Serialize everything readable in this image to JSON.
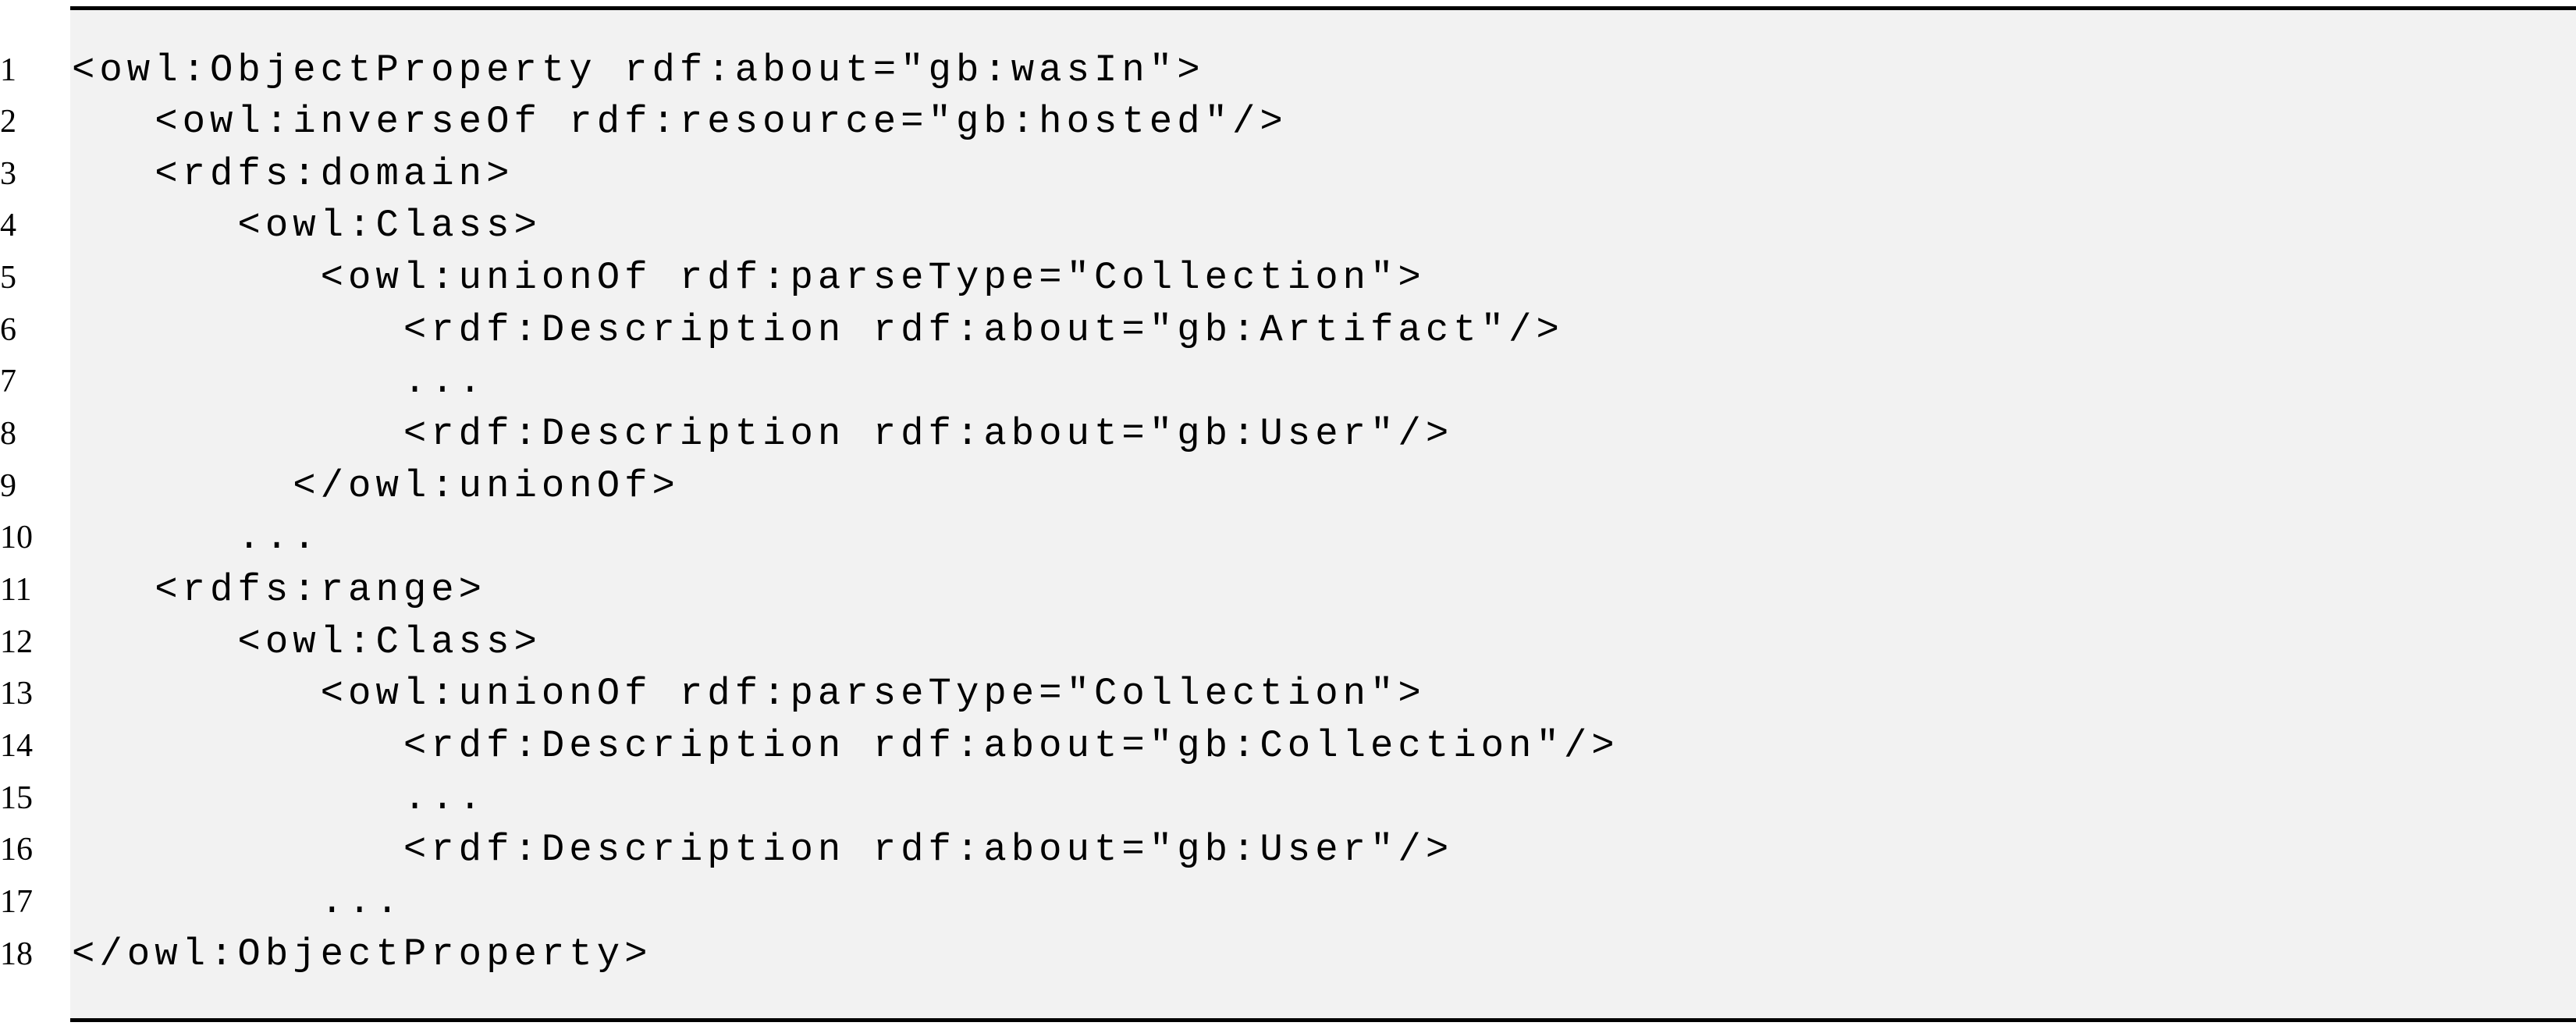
{
  "listing": {
    "lines": [
      {
        "no": "1",
        "text": "<owl:ObjectProperty rdf:about=\"gb:wasIn\">"
      },
      {
        "no": "2",
        "text": "   <owl:inverseOf rdf:resource=\"gb:hosted\"/>"
      },
      {
        "no": "3",
        "text": "   <rdfs:domain>"
      },
      {
        "no": "4",
        "text": "      <owl:Class>"
      },
      {
        "no": "5",
        "text": "         <owl:unionOf rdf:parseType=\"Collection\">"
      },
      {
        "no": "6",
        "text": "            <rdf:Description rdf:about=\"gb:Artifact\"/>"
      },
      {
        "no": "7",
        "text": "            ..."
      },
      {
        "no": "8",
        "text": "            <rdf:Description rdf:about=\"gb:User\"/>"
      },
      {
        "no": "9",
        "text": "        </owl:unionOf>"
      },
      {
        "no": "10",
        "text": "      ..."
      },
      {
        "no": "11",
        "text": "   <rdfs:range>"
      },
      {
        "no": "12",
        "text": "      <owl:Class>"
      },
      {
        "no": "13",
        "text": "         <owl:unionOf rdf:parseType=\"Collection\">"
      },
      {
        "no": "14",
        "text": "            <rdf:Description rdf:about=\"gb:Collection\"/>"
      },
      {
        "no": "15",
        "text": "            ..."
      },
      {
        "no": "16",
        "text": "            <rdf:Description rdf:about=\"gb:User\"/>"
      },
      {
        "no": "17",
        "text": "         ..."
      },
      {
        "no": "18",
        "text": "</owl:ObjectProperty>"
      }
    ]
  }
}
